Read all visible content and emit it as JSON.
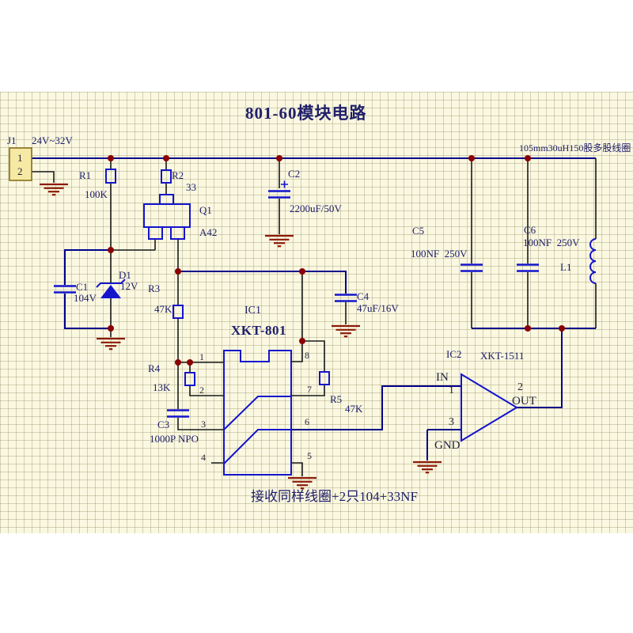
{
  "title": "801-60模块电路",
  "annotations": {
    "coil_spec": "105mm30uH150股多股线圈",
    "bottom_note": "接收同样线圈+2只104+33NF"
  },
  "connector_j1": {
    "ref": "J1",
    "label": "24V~32V",
    "pin1": "1",
    "pin2": "2"
  },
  "resistors": {
    "r1": {
      "ref": "R1",
      "value": "100K"
    },
    "r2": {
      "ref": "R2",
      "value": "33"
    },
    "r3": {
      "ref": "R3",
      "value": "47K"
    },
    "r4": {
      "ref": "R4",
      "value": "13K"
    },
    "r5": {
      "ref": "R5",
      "value": "47K"
    }
  },
  "capacitors": {
    "c1": {
      "ref": "C1",
      "value": "104V"
    },
    "c2": {
      "ref": "C2",
      "value": "2200uF/50V"
    },
    "c3": {
      "ref": "C3",
      "value": "1000P NPO"
    },
    "c4": {
      "ref": "C4",
      "value": "47uF/16V"
    },
    "c5": {
      "ref": "C5",
      "value": "100NF  250V"
    },
    "c6": {
      "ref": "C6",
      "value": "100NF  250V"
    }
  },
  "semiconductors": {
    "q1": {
      "ref": "Q1",
      "value": "A42"
    },
    "d1": {
      "ref": "D1",
      "value": "12V"
    }
  },
  "inductor_l1": {
    "ref": "L1"
  },
  "ic1": {
    "ref": "IC1",
    "part": "XKT-801",
    "pins": {
      "p1": "1",
      "p2": "2",
      "p3": "3",
      "p4": "4",
      "p5": "5",
      "p6": "6",
      "p7": "7",
      "p8": "8"
    }
  },
  "ic2": {
    "ref": "IC2",
    "part": "XKT-1511",
    "pins": {
      "in": "IN",
      "p1": "1",
      "p2": "2",
      "out": "OUT",
      "p3": "3",
      "gnd": "GND"
    }
  },
  "colors": {
    "wire": "#00008b",
    "pin_wire": "#1a1a1a",
    "component": "#1414cc",
    "junction": "#8b0000",
    "ground": "#8b1a07",
    "grid_bg": "#fbf8e1",
    "text": "#20206b"
  }
}
